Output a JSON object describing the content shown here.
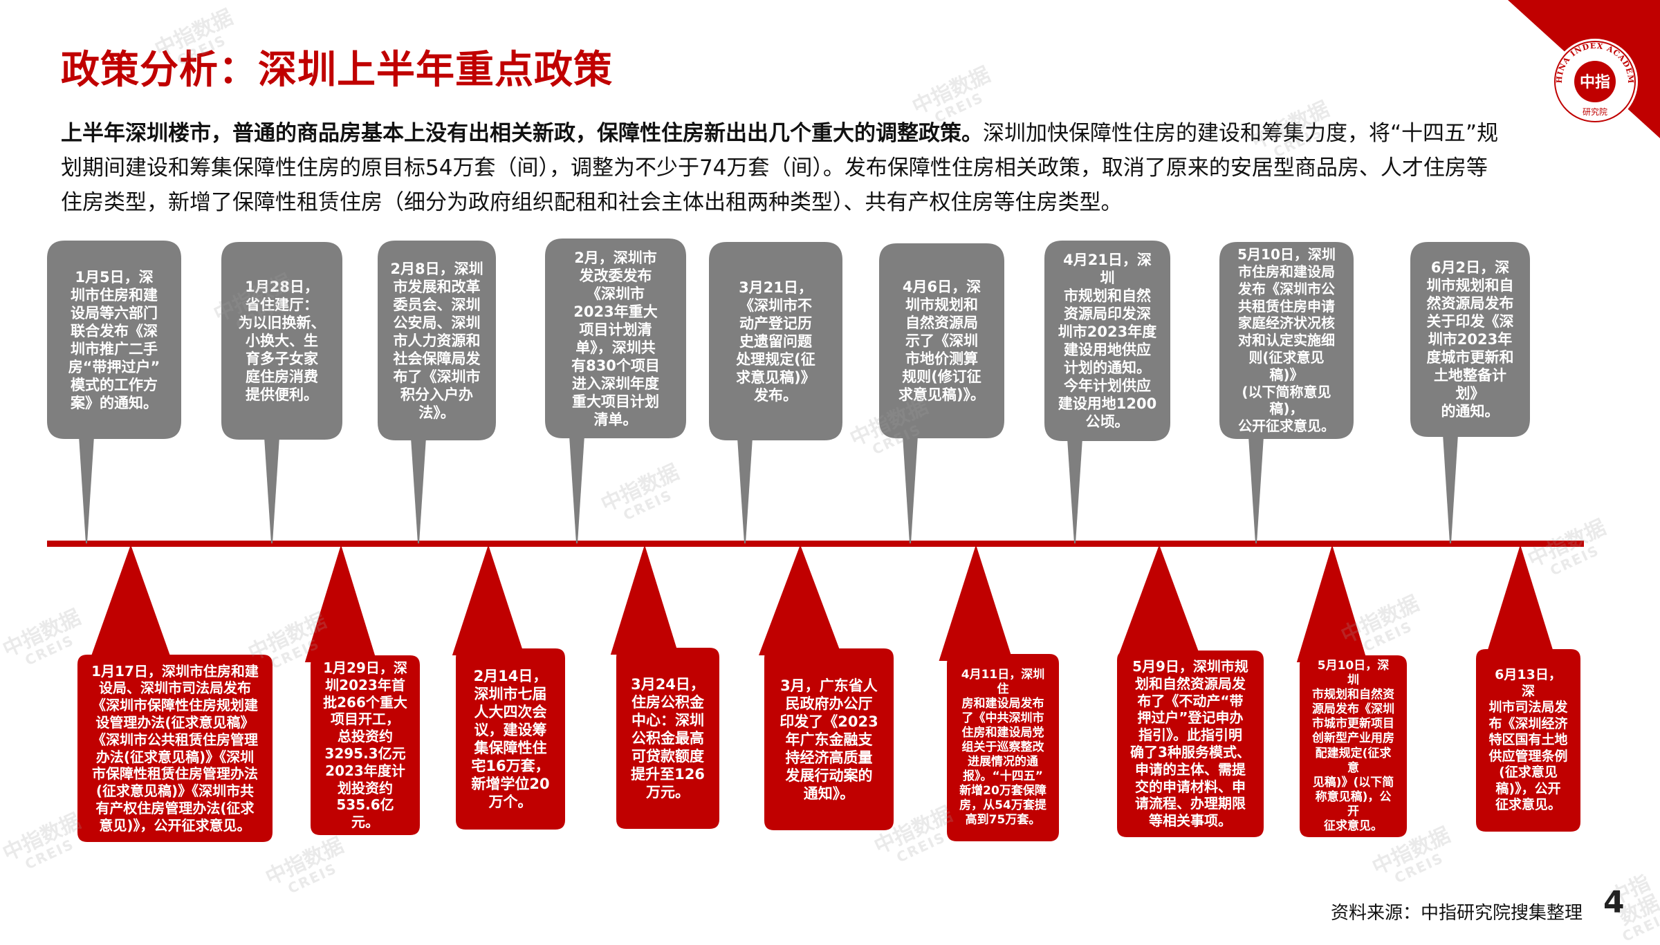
{
  "title": "政策分析：深圳上半年重点政策",
  "intro": {
    "bold": "上半年深圳楼市，普通的商品房基本上没有出相关新政，保障性住房新出出几个重大的调整政策。",
    "rest": "深圳加快保障性住房的建设和筹集力度，将“十四五”规划期间建设和筹集保障性住房的原目标54万套（间），调整为不少于74万套（间）。发布保障性住房相关政策，取消了原来的安居型商品房、人才住房等住房类型，新增了保障性租赁住房（细分为政府组织配租和社会主体出租两种类型）、共有产权住房等住房类型。"
  },
  "upper_events": [
    {
      "text": "1月5日，深\n圳市住房和建\n设局等六部门\n联合发布《深\n圳市推广二手\n房“带押过户”\n模式的工作方\n案》的通知。"
    },
    {
      "text": "1月28日，\n省住建厅：\n为以旧换新、\n小换大、生\n育多子女家\n庭住房消费\n提供便利。"
    },
    {
      "text": "2月8日，深圳\n市发展和改革\n委员会、深圳\n公安局、深圳\n市人力资源和\n社会保障局发\n布了《深圳市\n积分入户办\n法》。"
    },
    {
      "text": "2月，深圳市\n发改委发布\n《深圳市\n2023年重大\n项目计划清\n单》，深圳共\n有830个项目\n进入深圳年度\n重大项目计划\n清单。"
    },
    {
      "text": "3月21日，\n《深圳市不\n动产登记历\n史遗留问题\n处理规定(征\n求意见稿)》\n发布。"
    },
    {
      "text": "4月6日，深\n圳市规划和\n自然资源局\n示了《深圳\n市地价测算\n规则(修订征\n求意见稿)》。"
    },
    {
      "text": "4月21日，深圳\n市规划和自然\n资源局印发深\n圳市2023年度\n建设用地供应\n计划的通知。\n今年计划供应\n建设用地1200\n公顷。"
    },
    {
      "text": "5月10日，深圳\n市住房和建设局\n发布《深圳市公\n共租赁住房申请\n家庭经济状况核\n对和认定实施细\n则(征求意见稿)》\n(以下简称意见稿)，\n公开征求意见。"
    },
    {
      "text": "6月2日，深\n圳市规划和自\n然资源局发布\n关于印发《深\n圳市2023年\n度城市更新和\n土地整备计划》\n的通知。"
    }
  ],
  "lower_events": [
    {
      "text": "1月17日，深圳市住房和建\n设局、深圳市司法局发布\n《深圳市保障性住房规划建\n设管理办法(征求意见稿》\n《深圳市公共租赁住房管理\n办法(征求意见稿)》《深圳\n市保障性租赁住房管理办法\n(征求意见稿)》《深圳市共\n有产权住房管理办法(征求\n意见)》，公开征求意见。"
    },
    {
      "text": "1月29日，深\n圳2023年首\n批266个重大\n项目开工，\n总投资约\n3295.3亿元\n2023年度计\n划投资约\n535.6亿元。"
    },
    {
      "text": "2月14日，\n深圳市七届\n人大四次会\n议，建设筹\n集保障性住\n宅16万套，\n新增学位20\n万个。"
    },
    {
      "text": "3月24日，\n住房公积金\n中心：深圳\n公积金最高\n可贷款额度\n提升至126\n万元。"
    },
    {
      "text": "3月，广东省人\n民政府办公厅\n印发了《2023\n年广东金融支\n持经济高质量\n发展行动案的\n通知》。"
    },
    {
      "text": "4月11日，深圳住\n房和建设局发布\n了《中共深圳市\n住房和建设局党\n组关于巡察整改\n进展情况的通\n报》。“十四五”\n新增20万套保障\n房，从54万套提\n高到75万套。"
    },
    {
      "text": "5月9日，深圳市规\n划和自然资源局发\n布了《不动产“带\n押过户”登记申办\n指引》。此指引明\n确了3种服务模式、\n申请的主体、需提\n交的申请材料、申\n请流程、办理期限\n等相关事项。"
    },
    {
      "text": "5月10日，深圳\n市规划和自然资\n源局发布《深圳\n市城市更新项目\n创新型产业用房\n配建规定(征求意\n见稿)》(以下简\n称意见稿)，公开\n征求意见。"
    },
    {
      "text": "6月13日，深\n圳市司法局发\n布《深圳经济\n特区国有土地\n供应管理条例\n(征求意见\n稿)》，公开\n征求意见。"
    }
  ],
  "source": "资料来源：中指研究院搜集整理",
  "page_number": "4",
  "watermark": {
    "cn": "中指数据",
    "en": "CREIS"
  },
  "logo": {
    "center": "中指",
    "ring": "CHINA INDEX ACADEMY",
    "bottom": "研究院"
  },
  "colors": {
    "red": "#c00000",
    "gray": "#7f7f7f",
    "timeline": "#c00000"
  }
}
